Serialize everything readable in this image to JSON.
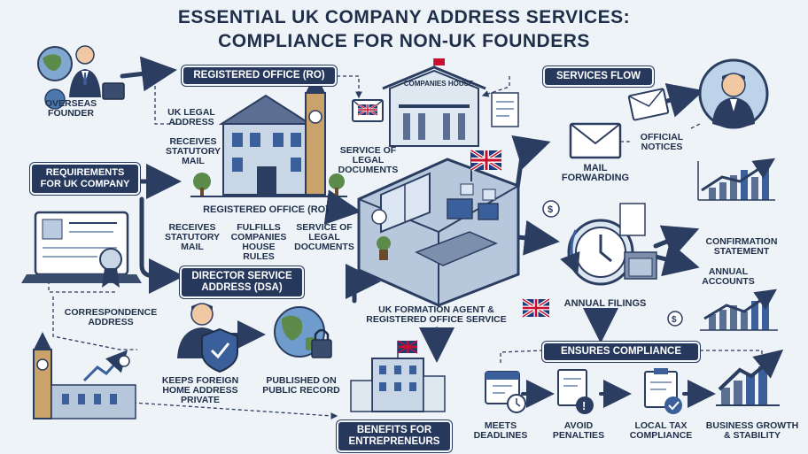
{
  "title_line1": "ESSENTIAL UK COMPANY ADDRESS SERVICES:",
  "title_line2": "COMPLIANCE FOR NON-UK FOUNDERS",
  "overseas_founder": "OVERSEAS FOUNDER",
  "requirements": "REQUIREMENTS FOR UK COMPANY",
  "ro_pill": "REGISTERED OFFICE (RO)",
  "uk_legal_address": "UK LEGAL ADDRESS",
  "receives_mail_1": "RECEIVES STATUTORY MAIL",
  "companies_house": "COMPANIES HOUSE",
  "service_legal_1": "SERVICE OF LEGAL DOCUMENTS",
  "ro_label": "REGISTERED OFFICE (RO)",
  "receives_mail_2": "RECEIVES STATUTORY MAIL",
  "fulfills_rules": "FULFILLS COMPANIES HOUSE RULES",
  "service_legal_2": "SERVICE OF LEGAL DOCUMENTS",
  "dsa_pill": "DIRECTOR SERVICE ADDRESS (DSA)",
  "correspondence": "CORRESPONDENCE ADDRESS",
  "keeps_private": "KEEPS FOREIGN HOME ADDRESS PRIVATE",
  "published": "PUBLISHED ON PUBLIC RECORD",
  "agent_label": "UK FORMATION AGENT & REGISTERED OFFICE SERVICE",
  "services_flow": "SERVICES FLOW",
  "official_notices": "OFFICIAL NOTICES",
  "mail_forwarding": "MAIL FORWARDING",
  "confirmation": "CONFIRMATION STATEMENT",
  "annual_accounts": "ANNUAL ACCOUNTS",
  "annual_filings": "ANNUAL FILINGS",
  "ensures_compliance": "ENSURES COMPLIANCE",
  "benefits": "BENEFITS FOR ENTREPRENEURS",
  "meets_deadlines": "MEETS DEADLINES",
  "avoid_penalties": "AVOID PENALTIES",
  "local_tax": "LOCAL TAX COMPLIANCE",
  "growth": "BUSINESS GROWTH & STABILITY"
}
